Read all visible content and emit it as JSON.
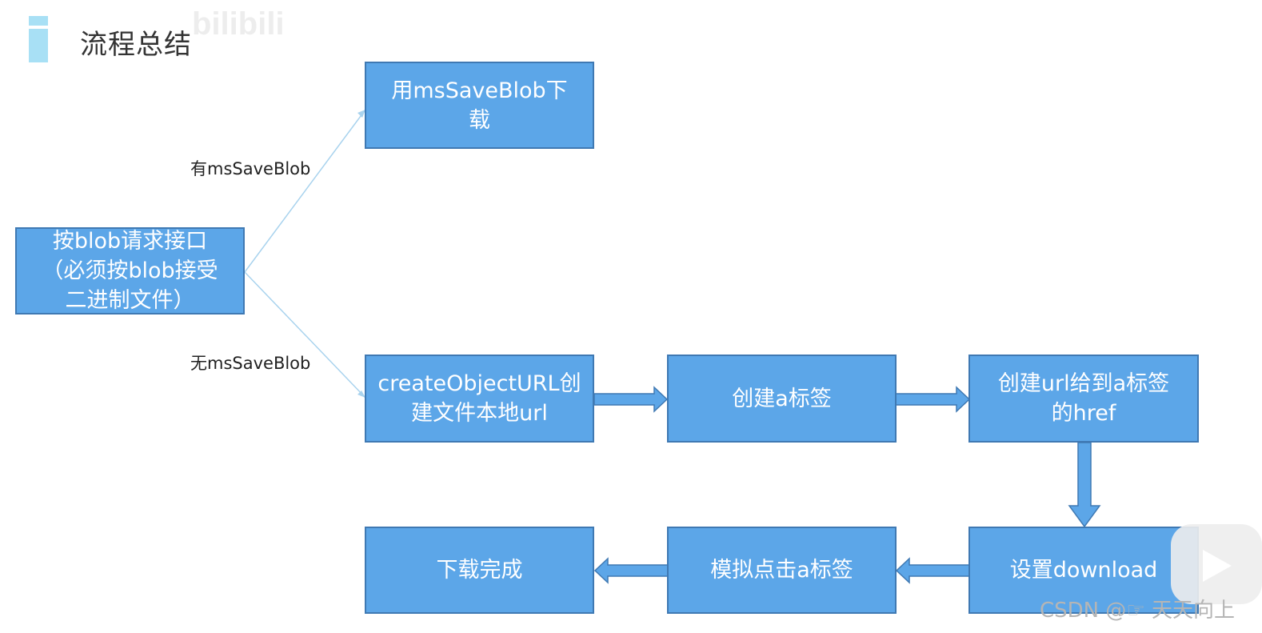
{
  "header": {
    "title": "流程总结",
    "watermark": "bilibili"
  },
  "diagram": {
    "nodes": {
      "request": "按blob请求接口\n（必须按blob接受\n二进制文件）",
      "ms_save": "用msSaveBlob下\n载",
      "create_url": "createObjectURL创\n建文件本地url",
      "create_a": "创建a标签",
      "set_href": "创建url给到a标签\n的href",
      "set_download": "设置download",
      "click_a": "模拟点击a标签",
      "done": "下载完成"
    },
    "edge_labels": {
      "has_ms": "有msSaveBlob",
      "no_ms": "无msSaveBlob"
    }
  },
  "footer": {
    "watermark": "CSDN @☞ 天天向上"
  },
  "colors": {
    "node_fill": "#5ca6e8",
    "node_border": "#3f79b3",
    "connector": "#a9d3ee",
    "accent": "#a8e0f5"
  }
}
